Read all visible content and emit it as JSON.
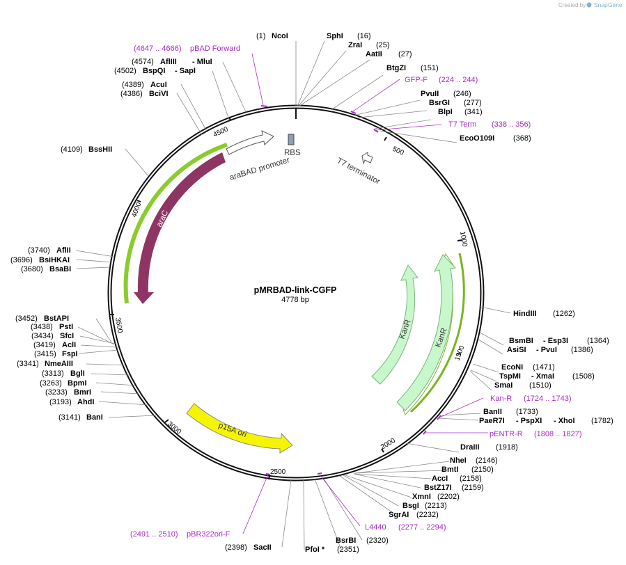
{
  "credit": {
    "created_by": "Created by",
    "brand": "SnapGene"
  },
  "plasmid": {
    "name": "pMRBAD-link-CGFP",
    "size": "4778 bp"
  },
  "ticks": [
    "500",
    "1000",
    "1500",
    "2000",
    "2500",
    "3000",
    "3500",
    "4000",
    "4500"
  ],
  "features": {
    "rbs": "RBS",
    "arabad_promoter": "araBAD promoter",
    "t7_terminator": "T7 terminator",
    "arac": "araC",
    "kanr_inner": "KanR",
    "kanr_outer": "KanR",
    "p15a": "p15A ori"
  },
  "sites": [
    {
      "text": "(1)"
    },
    {
      "text": "NcoI"
    },
    {
      "text": "SphI"
    },
    {
      "text": "(16)"
    },
    {
      "text": "ZraI"
    },
    {
      "text": "(25)"
    },
    {
      "text": "AatII"
    },
    {
      "text": "(27)"
    },
    {
      "text": "BtgZI"
    },
    {
      "text": "(151)"
    },
    {
      "text": "PvuII"
    },
    {
      "text": "(246)"
    },
    {
      "text": "BsrGI"
    },
    {
      "text": "(277)"
    },
    {
      "text": "BlpI"
    },
    {
      "text": "(341)"
    },
    {
      "text": "EcoO109I"
    },
    {
      "text": "(368)"
    },
    {
      "text": "HindIII"
    },
    {
      "text": "(1262)"
    },
    {
      "text": "BsmBI"
    },
    {
      "text": "- Esp3I"
    },
    {
      "text": "(1364)"
    },
    {
      "text": "AsiSI"
    },
    {
      "text": "- PvuI"
    },
    {
      "text": "(1386)"
    },
    {
      "text": "EcoNI"
    },
    {
      "text": "(1471)"
    },
    {
      "text": "TspMI"
    },
    {
      "text": "- XmaI"
    },
    {
      "text": "(1508)"
    },
    {
      "text": "SmaI"
    },
    {
      "text": "(1510)"
    },
    {
      "text": "BanII"
    },
    {
      "text": "(1733)"
    },
    {
      "text": "PaeR7I"
    },
    {
      "text": "- PspXI"
    },
    {
      "text": "- XhoI"
    },
    {
      "text": "(1782)"
    },
    {
      "text": "DraIII"
    },
    {
      "text": "(1918)"
    },
    {
      "text": "NheI"
    },
    {
      "text": "(2146)"
    },
    {
      "text": "BmtI"
    },
    {
      "text": "(2150)"
    },
    {
      "text": "AccI"
    },
    {
      "text": "(2158)"
    },
    {
      "text": "BstZ17I"
    },
    {
      "text": "(2159)"
    },
    {
      "text": "XmnI"
    },
    {
      "text": "(2202)"
    },
    {
      "text": "BsgI"
    },
    {
      "text": "(2213)"
    },
    {
      "text": "SgrAI"
    },
    {
      "text": "(2232)"
    },
    {
      "text": "BsrBI"
    },
    {
      "text": "(2320)"
    },
    {
      "text": "PfoI *"
    },
    {
      "text": "(2351)"
    },
    {
      "text": "(2398)"
    },
    {
      "text": "SacII"
    },
    {
      "text": "(3141)"
    },
    {
      "text": "BanI"
    },
    {
      "text": "(3193)"
    },
    {
      "text": "AhdI"
    },
    {
      "text": "(3233)"
    },
    {
      "text": "BmrI"
    },
    {
      "text": "(3263)"
    },
    {
      "text": "BpmI"
    },
    {
      "text": "(3313)"
    },
    {
      "text": "BglI"
    },
    {
      "text": "(3341)"
    },
    {
      "text": "NmeAIII"
    },
    {
      "text": "(3415)"
    },
    {
      "text": "FspI"
    },
    {
      "text": "(3419)"
    },
    {
      "text": "AclI"
    },
    {
      "text": "(3434)"
    },
    {
      "text": "SfcI"
    },
    {
      "text": "(3438)"
    },
    {
      "text": "PstI"
    },
    {
      "text": "(3452)"
    },
    {
      "text": "BstAPI"
    },
    {
      "text": "(3680)"
    },
    {
      "text": "BsaBI"
    },
    {
      "text": "(3696)"
    },
    {
      "text": "BsiHKAI"
    },
    {
      "text": "(3740)"
    },
    {
      "text": "AflII"
    },
    {
      "text": "(4109)"
    },
    {
      "text": "BssHII"
    },
    {
      "text": "(4386)"
    },
    {
      "text": "BciVI"
    },
    {
      "text": "(4389)"
    },
    {
      "text": "AcuI"
    },
    {
      "text": "(4502)"
    },
    {
      "text": "BspQI"
    },
    {
      "text": "- SapI"
    },
    {
      "text": "(4574)"
    },
    {
      "text": "AflIII"
    },
    {
      "text": "- MluI"
    }
  ],
  "primers": [
    {
      "text": "(4647 .. 4666)"
    },
    {
      "text": "pBAD Forward"
    },
    {
      "text": "GFP-F"
    },
    {
      "text": "(224 .. 244)"
    },
    {
      "text": "T7 Term"
    },
    {
      "text": "(338 .. 356)"
    },
    {
      "text": "Kan-R"
    },
    {
      "text": "(1724 .. 1743)"
    },
    {
      "text": "pENTR-R"
    },
    {
      "text": "(1808 .. 1827)"
    },
    {
      "text": "L4440"
    },
    {
      "text": "(2277 .. 2294)"
    },
    {
      "text": "(2491 .. 2510)"
    },
    {
      "text": "pBR322ori-F"
    }
  ],
  "colors": {
    "backbone": "#111111",
    "arac": "#8f3563",
    "kanr": "#c9f7cc",
    "p15a": "#f5f500",
    "primer": "#a929c9",
    "orf": "#7ab520",
    "promoter": "#ffffff"
  }
}
